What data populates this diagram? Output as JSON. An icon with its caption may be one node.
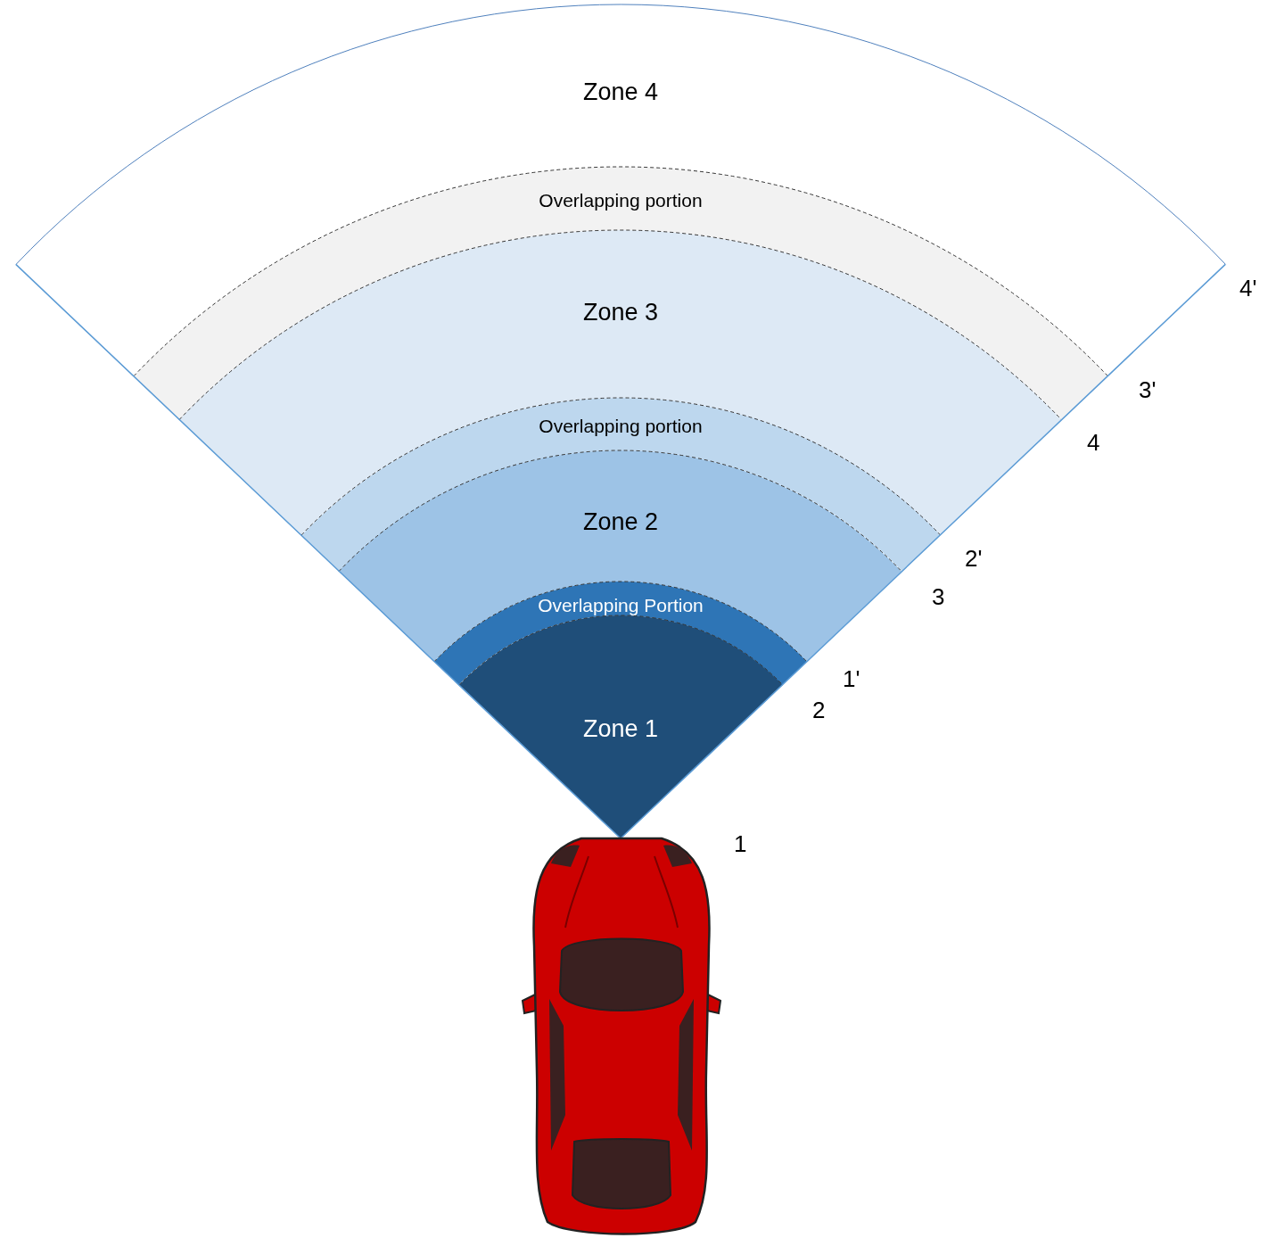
{
  "diagram": {
    "nodes": [
      {
        "text": [
          "Zone 4"
        ]
      },
      {
        "text": [
          "Overlapping portion"
        ]
      },
      {
        "text": [
          "Zone 3"
        ]
      },
      {
        "text": [
          "Overlapping portion"
        ]
      },
      {
        "text": [
          "Zone 2"
        ]
      },
      {
        "text": [
          "Overlapping Portion"
        ]
      },
      {
        "text": [
          "Zone 1"
        ]
      }
    ],
    "labels": [
      "4'",
      "3'",
      "4",
      "2'",
      "3",
      "1'",
      "2",
      "1"
    ]
  }
}
